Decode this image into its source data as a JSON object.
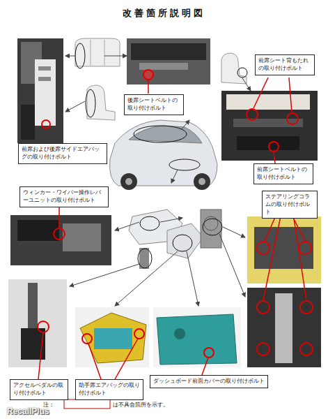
{
  "diagram": {
    "title": "改善箇所説明図",
    "nodes": [
      {
        "text": [
          "前席シート背もたれの取り付けボルト"
        ]
      },
      {
        "text": [
          "後席シートベルトの取り付けボルト"
        ]
      },
      {
        "text": [
          "前席および後席サイドエアバッグの取り付けボルト"
        ]
      },
      {
        "text": [
          "前席シートベルトの取り付けボルト"
        ]
      },
      {
        "text": [
          "ウィンカー・ワイパー操作レバーユニットの取り付けボルト"
        ]
      },
      {
        "text": [
          "ステアリングコラムの取り付けボルト"
        ]
      },
      {
        "text": [
          "ダッシュボード前面カバーの取り付けボルト"
        ]
      },
      {
        "text": [
          "アクセルペダルの取り付けボルト"
        ]
      },
      {
        "text": [
          "助手席エアバッグの取り付けボルト"
        ]
      }
    ],
    "labels": [
      "注：",
      "は不具合箇所を示す。",
      "RecallPlus"
    ]
  }
}
